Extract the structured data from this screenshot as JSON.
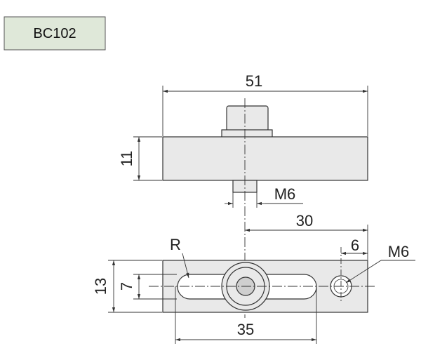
{
  "badge": {
    "label": "BC102"
  },
  "dimensions": {
    "overall_width": "51",
    "body_height": "11",
    "thread_front": "M6",
    "center_to_hole": "30",
    "hole_offset": "6",
    "thread_hole": "M6",
    "radius": "R",
    "overall_height": "13",
    "slot_width": "7",
    "slot_length": "35"
  },
  "colors": {
    "part_fill": "#e9e9e9",
    "part_edge": "#333333",
    "dim_line": "#333333",
    "badge_fill": "#dfe8d9",
    "badge_edge": "#555555"
  }
}
